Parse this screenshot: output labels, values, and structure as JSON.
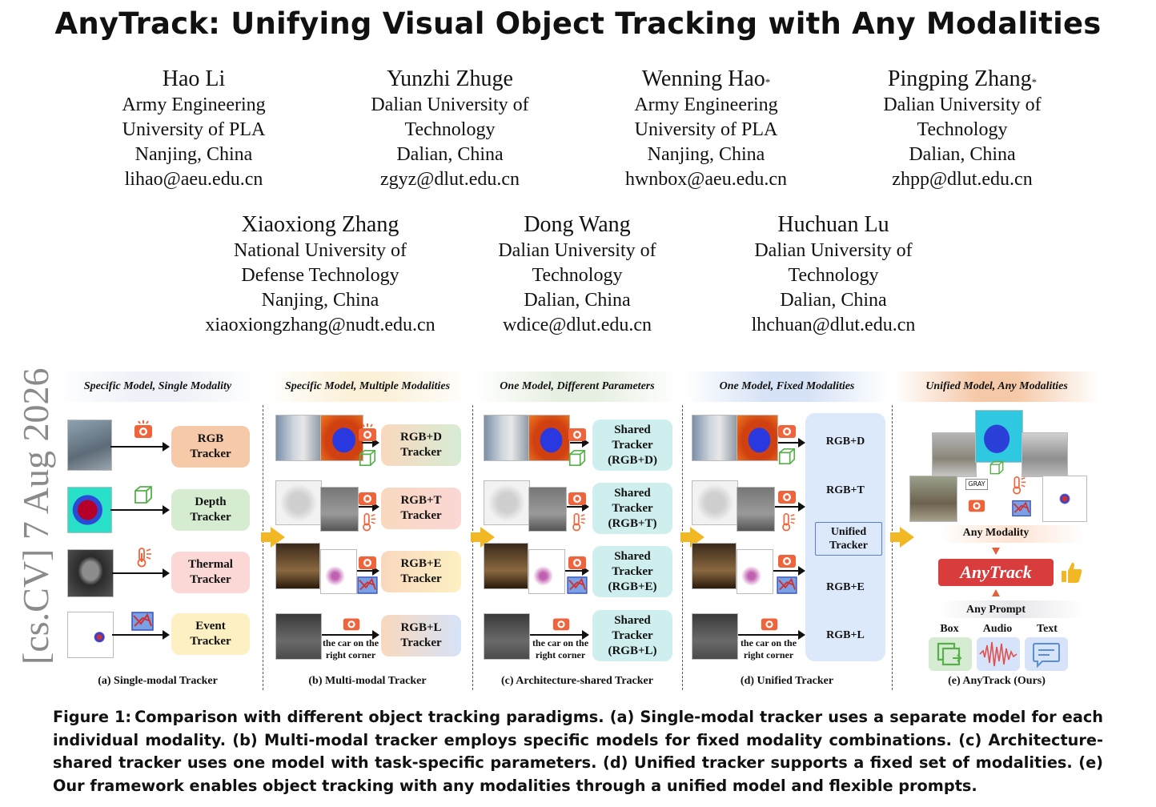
{
  "title": "AnyTrack: Unifying Visual Object Tracking with Any Modalities",
  "arxiv_stamp": "[cs.CV]  7 Aug 2026",
  "authors_row1": [
    {
      "name": "Hao Li",
      "mark": "",
      "lines": [
        "Army Engineering",
        "University of PLA",
        "Nanjing, China",
        "lihao@aeu.edu.cn"
      ]
    },
    {
      "name": "Yunzhi Zhuge",
      "mark": "",
      "lines": [
        "Dalian University of",
        "Technology",
        "Dalian, China",
        "zgyz@dlut.edu.cn"
      ]
    },
    {
      "name": "Wenning Hao",
      "mark": "*",
      "lines": [
        "Army Engineering",
        "University of PLA",
        "Nanjing, China",
        "hwnbox@aeu.edu.cn"
      ]
    },
    {
      "name": "Pingping Zhang",
      "mark": "*",
      "lines": [
        "Dalian University of",
        "Technology",
        "Dalian, China",
        "zhpp@dlut.edu.cn"
      ]
    }
  ],
  "authors_row2": [
    {
      "name": "Xiaoxiong Zhang",
      "mark": "",
      "lines": [
        "National University of",
        "Defense Technology",
        "Nanjing, China",
        "xiaoxiongzhang@nudt.edu.cn"
      ]
    },
    {
      "name": "Dong Wang",
      "mark": "",
      "lines": [
        "Dalian University of",
        "Technology",
        "Dalian, China",
        "wdice@dlut.edu.cn"
      ]
    },
    {
      "name": "Huchuan Lu",
      "mark": "",
      "lines": [
        "Dalian University of",
        "Technology",
        "Dalian, China",
        "lhchuan@dlut.edu.cn"
      ]
    }
  ],
  "figure": {
    "panels": [
      {
        "header": "Specific Model, Single Modality",
        "caption": "(a) Single-modal Tracker",
        "color": "#eef1f7"
      },
      {
        "header": "Specific Model, Multiple Modalities",
        "caption": "(b) Multi-modal Tracker",
        "color": "#fbf1d9"
      },
      {
        "header": "One Model, Different Parameters",
        "caption": "(c) Architecture-shared Tracker",
        "color": "#e7efe2"
      },
      {
        "header": "One Model, Fixed Modalities",
        "caption": "(d) Unified Tracker",
        "color": "#d6e2f5"
      },
      {
        "header": "Unified Model, Any Modalities",
        "caption": "(e) AnyTrack (Ours)",
        "color": "#f5c9a8"
      }
    ],
    "a_trackers": [
      "RGB\nTracker",
      "Depth\nTracker",
      "Thermal\nTracker",
      "Event\nTracker"
    ],
    "b_trackers": [
      "RGB+D\nTracker",
      "RGB+T\nTracker",
      "RGB+E\nTracker",
      "RGB+L\nTracker"
    ],
    "c_trackers": [
      "Shared\nTracker\n(RGB+D)",
      "Shared\nTracker\n(RGB+T)",
      "Shared\nTracker\n(RGB+E)",
      "Shared\nTracker\n(RGB+L)"
    ],
    "d_labels": [
      "RGB+D",
      "RGB+T",
      "Unified\nTracker",
      "RGB+E",
      "RGB+L"
    ],
    "language_prompt": "the car on the\nright corner",
    "e": {
      "any_modality": "Any Modality",
      "anytrack": "AnyTrack",
      "any_prompt": "Any Prompt",
      "prompts": [
        "Box",
        "Audio",
        "Text"
      ],
      "gray_tag": "GRAY"
    }
  },
  "caption": {
    "label": "Figure 1:",
    "text": "Comparison with different object tracking paradigms. (a) Single-modal tracker uses a separate model for each individual modality. (b) Multi-modal tracker employs specific models for fixed modality combinations. (c) Architecture-shared tracker uses one model with task-specific parameters. (d) Unified tracker supports a fixed set of modalities. (e) Our framework enables object tracking with any modalities through a unified model and flexible prompts."
  },
  "colors": {
    "rgb_tracker": "#f6c9a8",
    "depth_tracker": "#d5ecd0",
    "thermal_tracker": "#fbd7d6",
    "event_tracker": "#fdf0c2",
    "shared_tracker": "#cfeeee",
    "unified_bg": "#dbe9fb",
    "anytrack_red": "#d83c3c",
    "arrow_yellow": "#f2b824",
    "sensor_orange": "#f0643c"
  }
}
